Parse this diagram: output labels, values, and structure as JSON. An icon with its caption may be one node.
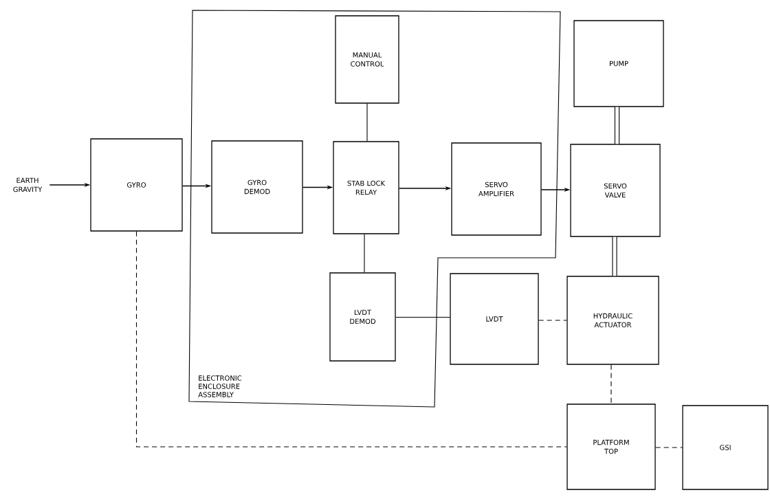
{
  "diagram": {
    "nodes": [
      {
        "text": [
          "ELECTRONIC ENCLOSURE ASSEMBLY"
        ]
      },
      {
        "text": [
          "EARTH GRAVITY"
        ]
      },
      {
        "text": [
          "GYRO"
        ]
      },
      {
        "text": [
          "MANUAL CONTROL"
        ],
        "in": 0
      },
      {
        "text": [
          "GYRO DEMOD"
        ],
        "in": 0
      },
      {
        "text": [
          "STAB LOCK RELAY"
        ],
        "in": 0
      },
      {
        "text": [
          "SERVO AMPLIFIER"
        ],
        "in": 0
      },
      {
        "text": [
          "PUMP"
        ]
      },
      {
        "text": [
          "SERVO VALVE"
        ]
      },
      {
        "text": [
          "LVDT DEMOD"
        ],
        "in": 0
      },
      {
        "text": [
          "LVDT"
        ]
      },
      {
        "text": [
          "HYDRAULIC ACTUATOR"
        ]
      },
      {
        "text": [
          "PLATFORM TOP"
        ]
      },
      {
        "text": [
          "GSI"
        ]
      }
    ],
    "edges": [
      {
        "from": 1,
        "to": 2,
        "arrow": "to"
      },
      {
        "from": 2,
        "to": 4,
        "arrow": "to"
      },
      {
        "from": 4,
        "to": 5,
        "arrow": "to"
      },
      {
        "from": 5,
        "to": 6,
        "arrow": "to"
      },
      {
        "from": 6,
        "to": 8,
        "arrow": "to"
      },
      {
        "from": 3,
        "to": 5,
        "arrow": "none"
      },
      {
        "from": 5,
        "to": 9,
        "arrow": "none"
      },
      {
        "from": 9,
        "to": 10,
        "arrow": "none"
      },
      {
        "from": 7,
        "to": 8,
        "arrow": "none",
        "style": "thick"
      },
      {
        "from": 8,
        "to": 11,
        "arrow": "none",
        "style": "thick"
      },
      {
        "from": 10,
        "to": 11,
        "arrow": "none",
        "style": "dashed"
      },
      {
        "from": 11,
        "to": 12,
        "arrow": "none",
        "style": "dashed"
      },
      {
        "from": 2,
        "to": 12,
        "arrow": "none",
        "style": "dashed"
      },
      {
        "from": 12,
        "to": 13,
        "arrow": "none",
        "style": "dashed"
      }
    ]
  }
}
